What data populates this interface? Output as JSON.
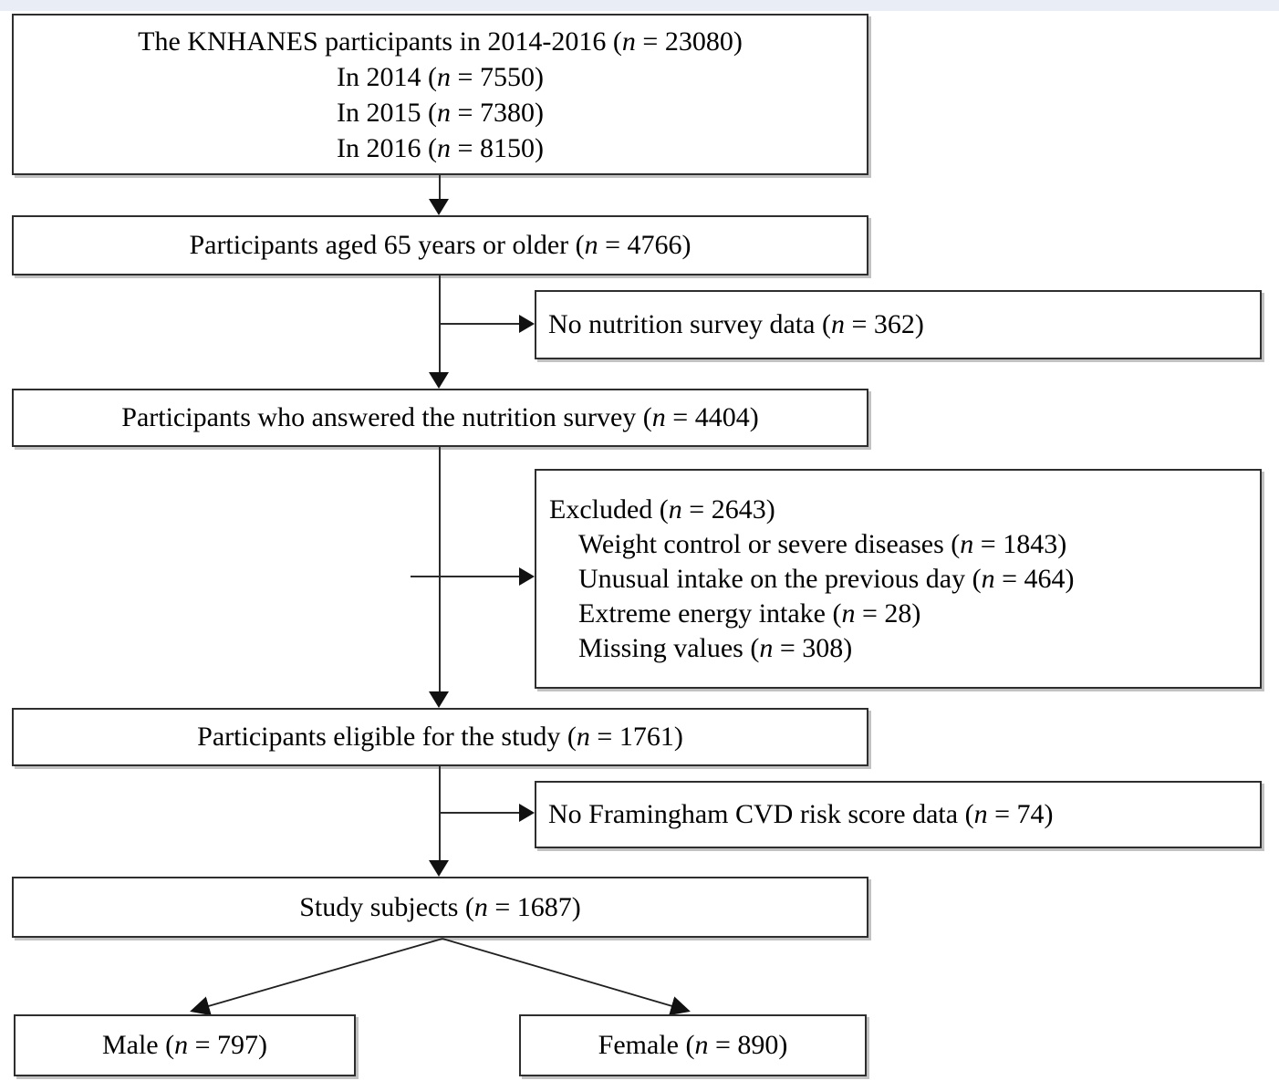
{
  "flow": {
    "top_box": {
      "lines": [
        "The KNHANES participants in 2014-2016 (n = 23080)",
        "In 2014 (n = 7550)",
        "In 2015 (n = 7380)",
        "In 2016 (n = 8150)"
      ]
    },
    "aged_box": "Participants aged 65 years or older (n = 4766)",
    "no_nutrition_box": "No nutrition survey data (n = 362)",
    "nutrition_survey_box": "Participants who answered the nutrition survey (n = 4404)",
    "excluded_box": {
      "title": "Excluded (n = 2643)",
      "items": [
        "Weight control or severe diseases (n = 1843)",
        "Unusual intake on the previous day (n = 464)",
        "Extreme energy intake (n = 28)",
        "Missing values (n = 308)"
      ]
    },
    "eligible_box": "Participants eligible for the study (n = 1761)",
    "no_framingham_box": "No Framingham CVD risk score data (n = 74)",
    "study_subjects_box": "Study subjects (n = 1687)",
    "male_box": "Male (n = 797)",
    "female_box": "Female (n = 890)"
  },
  "colors": {
    "text": "#000000",
    "box_border": "#2e2e2e",
    "background": "#ffffff",
    "bottom_strip": "#e9eef6"
  }
}
